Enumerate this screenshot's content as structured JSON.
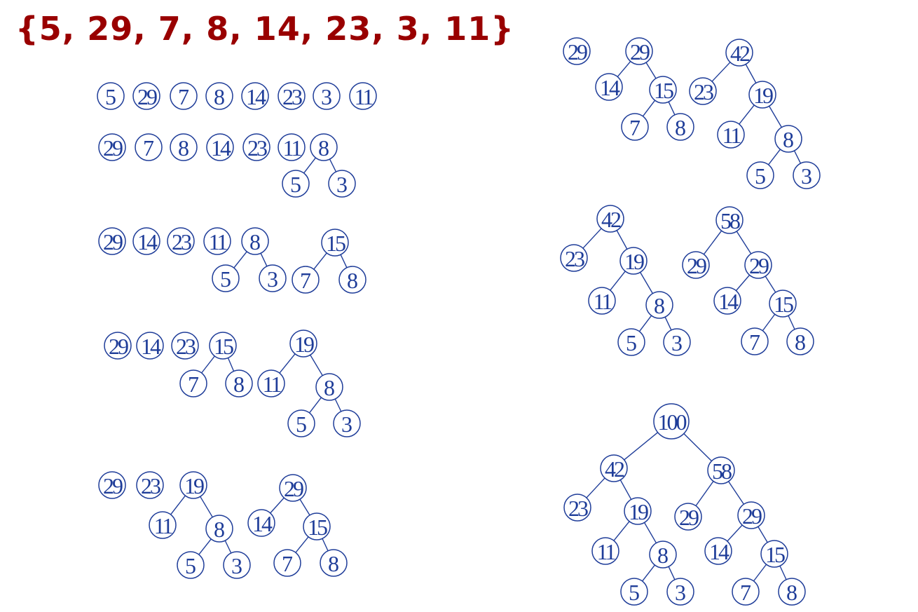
{
  "title": "{5, 29, 7, 8, 14, 23, 3, 11}",
  "colors": {
    "title": "#990000",
    "node": "#1f3d99"
  },
  "steps": [
    {
      "nodes": [
        {
          "id": "a",
          "v": "5"
        },
        {
          "id": "b",
          "v": "29"
        },
        {
          "id": "c",
          "v": "7"
        },
        {
          "id": "d",
          "v": "8"
        },
        {
          "id": "e",
          "v": "14"
        },
        {
          "id": "f",
          "v": "23"
        },
        {
          "id": "g",
          "v": "3"
        },
        {
          "id": "h",
          "v": "11"
        }
      ],
      "edges": []
    },
    {
      "nodes": [
        {
          "id": "a",
          "v": "29"
        },
        {
          "id": "b",
          "v": "7"
        },
        {
          "id": "c",
          "v": "8"
        },
        {
          "id": "d",
          "v": "14"
        },
        {
          "id": "e",
          "v": "23"
        },
        {
          "id": "f",
          "v": "11"
        },
        {
          "id": "r",
          "v": "8"
        },
        {
          "id": "l",
          "v": "5"
        },
        {
          "id": "m",
          "v": "3"
        }
      ],
      "edges": [
        [
          "r",
          "l"
        ],
        [
          "r",
          "m"
        ]
      ]
    },
    {
      "nodes": [
        {
          "id": "a",
          "v": "29"
        },
        {
          "id": "b",
          "v": "14"
        },
        {
          "id": "c",
          "v": "23"
        },
        {
          "id": "d",
          "v": "11"
        },
        {
          "id": "r",
          "v": "8"
        },
        {
          "id": "l",
          "v": "5"
        },
        {
          "id": "m",
          "v": "3"
        },
        {
          "id": "s",
          "v": "15"
        },
        {
          "id": "t",
          "v": "7"
        },
        {
          "id": "u",
          "v": "8"
        }
      ],
      "edges": [
        [
          "r",
          "l"
        ],
        [
          "r",
          "m"
        ],
        [
          "s",
          "t"
        ],
        [
          "s",
          "u"
        ]
      ]
    },
    {
      "nodes": [
        {
          "id": "a",
          "v": "29"
        },
        {
          "id": "b",
          "v": "14"
        },
        {
          "id": "c",
          "v": "23"
        },
        {
          "id": "s",
          "v": "15"
        },
        {
          "id": "t",
          "v": "7"
        },
        {
          "id": "u",
          "v": "8"
        },
        {
          "id": "r",
          "v": "19"
        },
        {
          "id": "k",
          "v": "11"
        },
        {
          "id": "p",
          "v": "8"
        },
        {
          "id": "l",
          "v": "5"
        },
        {
          "id": "m",
          "v": "3"
        }
      ],
      "edges": [
        [
          "s",
          "t"
        ],
        [
          "s",
          "u"
        ],
        [
          "r",
          "k"
        ],
        [
          "r",
          "p"
        ],
        [
          "p",
          "l"
        ],
        [
          "p",
          "m"
        ]
      ]
    },
    {
      "nodes": [
        {
          "id": "a",
          "v": "29"
        },
        {
          "id": "b",
          "v": "23"
        },
        {
          "id": "r",
          "v": "19"
        },
        {
          "id": "k",
          "v": "11"
        },
        {
          "id": "p",
          "v": "8"
        },
        {
          "id": "l",
          "v": "5"
        },
        {
          "id": "m",
          "v": "3"
        },
        {
          "id": "q",
          "v": "29"
        },
        {
          "id": "w",
          "v": "14"
        },
        {
          "id": "s",
          "v": "15"
        },
        {
          "id": "t",
          "v": "7"
        },
        {
          "id": "u",
          "v": "8"
        }
      ],
      "edges": [
        [
          "r",
          "k"
        ],
        [
          "r",
          "p"
        ],
        [
          "p",
          "l"
        ],
        [
          "p",
          "m"
        ],
        [
          "q",
          "w"
        ],
        [
          "q",
          "s"
        ],
        [
          "s",
          "t"
        ],
        [
          "s",
          "u"
        ]
      ]
    },
    {
      "nodes": [
        {
          "id": "a",
          "v": "29"
        },
        {
          "id": "q",
          "v": "29"
        },
        {
          "id": "w",
          "v": "14"
        },
        {
          "id": "s",
          "v": "15"
        },
        {
          "id": "t",
          "v": "7"
        },
        {
          "id": "u",
          "v": "8"
        },
        {
          "id": "z",
          "v": "42"
        },
        {
          "id": "c",
          "v": "23"
        },
        {
          "id": "r",
          "v": "19"
        },
        {
          "id": "k",
          "v": "11"
        },
        {
          "id": "p",
          "v": "8"
        },
        {
          "id": "l",
          "v": "5"
        },
        {
          "id": "m",
          "v": "3"
        }
      ],
      "edges": [
        [
          "q",
          "w"
        ],
        [
          "q",
          "s"
        ],
        [
          "s",
          "t"
        ],
        [
          "s",
          "u"
        ],
        [
          "z",
          "c"
        ],
        [
          "z",
          "r"
        ],
        [
          "r",
          "k"
        ],
        [
          "r",
          "p"
        ],
        [
          "p",
          "l"
        ],
        [
          "p",
          "m"
        ]
      ]
    },
    {
      "nodes": [
        {
          "id": "z",
          "v": "42"
        },
        {
          "id": "c",
          "v": "23"
        },
        {
          "id": "r",
          "v": "19"
        },
        {
          "id": "k",
          "v": "11"
        },
        {
          "id": "p",
          "v": "8"
        },
        {
          "id": "l",
          "v": "5"
        },
        {
          "id": "m",
          "v": "3"
        },
        {
          "id": "y",
          "v": "58"
        },
        {
          "id": "a",
          "v": "29"
        },
        {
          "id": "q",
          "v": "29"
        },
        {
          "id": "w",
          "v": "14"
        },
        {
          "id": "s",
          "v": "15"
        },
        {
          "id": "t",
          "v": "7"
        },
        {
          "id": "u",
          "v": "8"
        }
      ],
      "edges": [
        [
          "z",
          "c"
        ],
        [
          "z",
          "r"
        ],
        [
          "r",
          "k"
        ],
        [
          "r",
          "p"
        ],
        [
          "p",
          "l"
        ],
        [
          "p",
          "m"
        ],
        [
          "y",
          "a"
        ],
        [
          "y",
          "q"
        ],
        [
          "q",
          "w"
        ],
        [
          "q",
          "s"
        ],
        [
          "s",
          "t"
        ],
        [
          "s",
          "u"
        ]
      ]
    },
    {
      "nodes": [
        {
          "id": "o",
          "v": "100"
        },
        {
          "id": "z",
          "v": "42"
        },
        {
          "id": "c",
          "v": "23"
        },
        {
          "id": "r",
          "v": "19"
        },
        {
          "id": "k",
          "v": "11"
        },
        {
          "id": "p",
          "v": "8"
        },
        {
          "id": "l",
          "v": "5"
        },
        {
          "id": "m",
          "v": "3"
        },
        {
          "id": "y",
          "v": "58"
        },
        {
          "id": "a",
          "v": "29"
        },
        {
          "id": "q",
          "v": "29"
        },
        {
          "id": "w",
          "v": "14"
        },
        {
          "id": "s",
          "v": "15"
        },
        {
          "id": "t",
          "v": "7"
        },
        {
          "id": "u",
          "v": "8"
        }
      ],
      "edges": [
        [
          "o",
          "z"
        ],
        [
          "o",
          "y"
        ],
        [
          "z",
          "c"
        ],
        [
          "z",
          "r"
        ],
        [
          "r",
          "k"
        ],
        [
          "r",
          "p"
        ],
        [
          "p",
          "l"
        ],
        [
          "p",
          "m"
        ],
        [
          "y",
          "a"
        ],
        [
          "y",
          "q"
        ],
        [
          "q",
          "w"
        ],
        [
          "q",
          "s"
        ],
        [
          "s",
          "t"
        ],
        [
          "s",
          "u"
        ]
      ]
    }
  ]
}
